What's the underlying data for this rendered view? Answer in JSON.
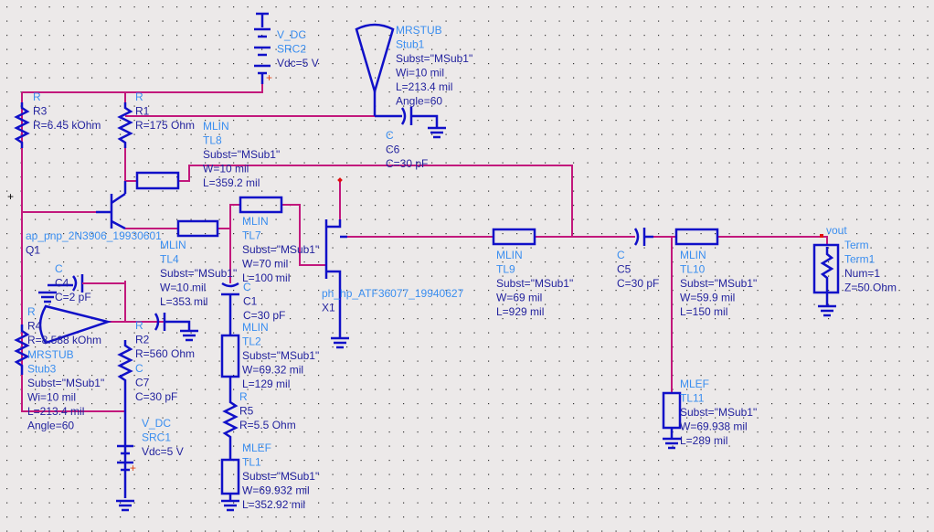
{
  "colors": {
    "wire": "#c2187c",
    "component": "#1010c8",
    "type_label": "#3a8ef0",
    "param_label": "#23239e",
    "background": "#ece9e9",
    "node_marker": "#e01010"
  },
  "net_label": "vout",
  "components": [
    {
      "id": "src2",
      "lines": [
        "V_DC",
        "SRC2",
        "Vdc=5 V"
      ]
    },
    {
      "id": "stub1",
      "lines": [
        "MRSTUB",
        "Stub1",
        "Subst=\"MSub1\"",
        "Wi=10 mil",
        "L=213.4 mil",
        "Angle=60"
      ]
    },
    {
      "id": "r3",
      "lines": [
        "R",
        "R3",
        "R=6.45 kOhm"
      ]
    },
    {
      "id": "r1",
      "lines": [
        "R",
        "R1",
        "R=175 Ohm"
      ]
    },
    {
      "id": "c6",
      "lines": [
        "C",
        "C6",
        "C=30 pF"
      ]
    },
    {
      "id": "tl8",
      "lines": [
        "MLIN",
        "TL8",
        "Subst=\"MSub1\"",
        "W=10 mil",
        "L=359.2 mil"
      ]
    },
    {
      "id": "q1",
      "lines": [
        "ap_pnp_2N3906_19930601",
        "Q1"
      ]
    },
    {
      "id": "tl4",
      "lines": [
        "MLIN",
        "TL4",
        "Subst=\"MSub1\"",
        "W=10 mil",
        "L=353 mil"
      ]
    },
    {
      "id": "tl7",
      "lines": [
        "MLIN",
        "TL7",
        "Subst=\"MSub1\"",
        "W=70 mil",
        "L=100 mil"
      ]
    },
    {
      "id": "c1",
      "lines": [
        "C",
        "C1",
        "C=30 pF"
      ]
    },
    {
      "id": "x1",
      "lines": [
        "ph_hp_ATF36077_19940627",
        "X1"
      ]
    },
    {
      "id": "tl9",
      "lines": [
        "MLIN",
        "TL9",
        "Subst=\"MSub1\"",
        "W=69 mil",
        "L=929 mil"
      ]
    },
    {
      "id": "c5",
      "lines": [
        "C",
        "C5",
        "C=30 pF"
      ]
    },
    {
      "id": "tl10",
      "lines": [
        "MLIN",
        "TL10",
        "Subst=\"MSub1\"",
        "W=59.9 mil",
        "L=150 mil"
      ]
    },
    {
      "id": "term1",
      "lines": [
        "Term",
        "Term1",
        "Num=1",
        "Z=50 Ohm"
      ]
    },
    {
      "id": "c4",
      "lines": [
        "C",
        "C4",
        "C=2 pF"
      ]
    },
    {
      "id": "r4",
      "lines": [
        "R",
        "R4",
        "R=8.588 kOhm"
      ]
    },
    {
      "id": "stub3",
      "lines": [
        "MRSTUB",
        "Stub3",
        "Subst=\"MSub1\"",
        "Wi=10 mil",
        "L=213.4 mil",
        "Angle=60"
      ]
    },
    {
      "id": "c7",
      "lines": [
        "C",
        "C7",
        "C=30 pF"
      ]
    },
    {
      "id": "r2",
      "lines": [
        "R",
        "R2",
        "R=560 Ohm"
      ]
    },
    {
      "id": "src1",
      "lines": [
        "V_DC",
        "SRC1",
        "Vdc=5 V"
      ]
    },
    {
      "id": "tl2",
      "lines": [
        "MLIN",
        "TL2",
        "Subst=\"MSub1\"",
        "W=69.32 mil",
        "L=129 mil"
      ]
    },
    {
      "id": "r5",
      "lines": [
        "R",
        "R5",
        "R=5.5 Ohm"
      ]
    },
    {
      "id": "tl1",
      "lines": [
        "MLEF",
        "TL1",
        "Subst=\"MSub1\"",
        "W=69.932 mil",
        "L=352.92 mil"
      ]
    },
    {
      "id": "tl11",
      "lines": [
        "MLEF",
        "TL11",
        "Subst=\"MSub1\"",
        "W=69.938 mil",
        "L=289 mil"
      ]
    }
  ]
}
